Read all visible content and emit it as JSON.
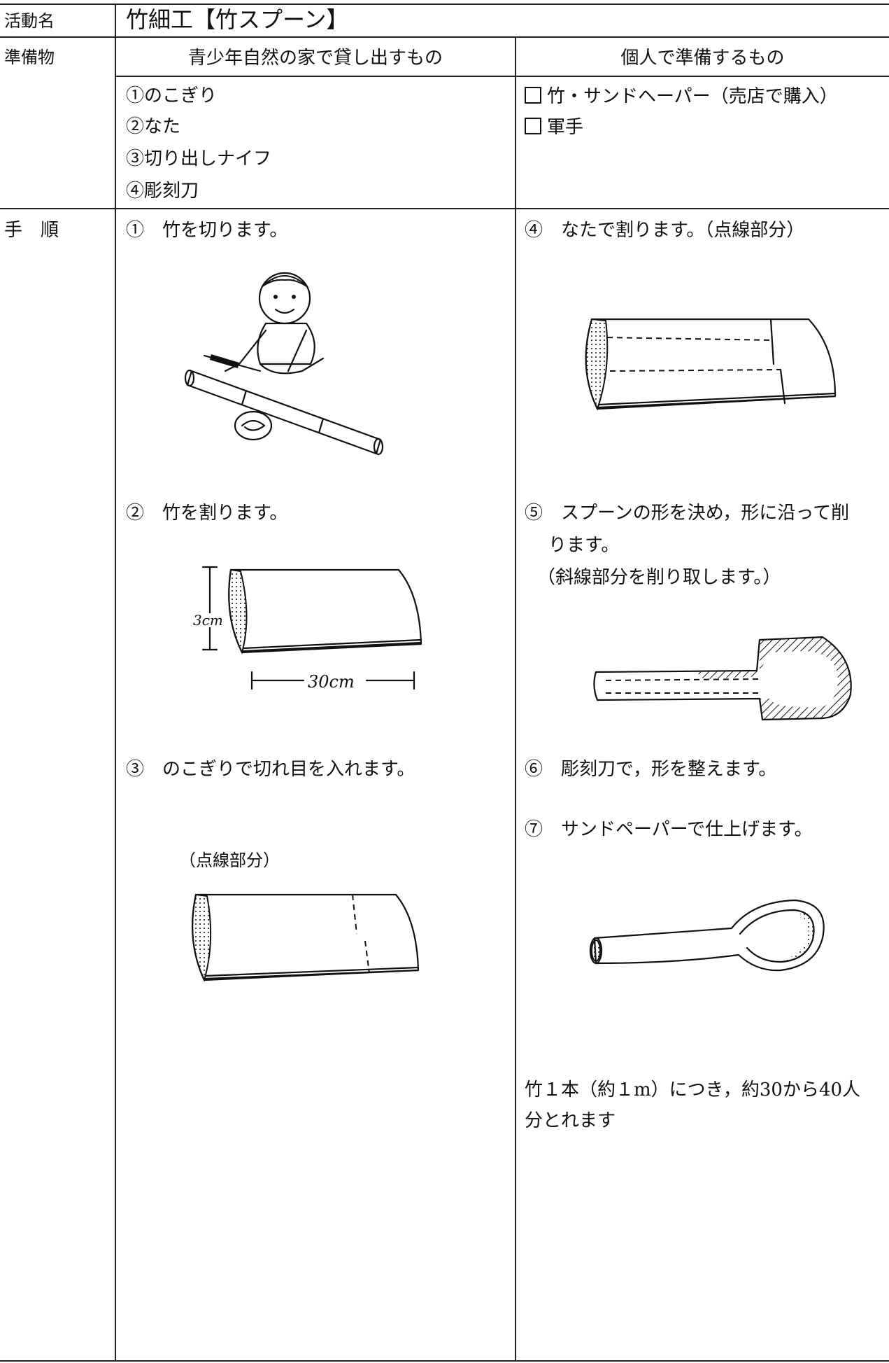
{
  "activity_label": "活動名",
  "activity_name": "竹細工【竹スプーン】",
  "prep_label": "準備物",
  "lend": {
    "header": "青少年自然の家で貸し出すもの",
    "items": [
      "①のこぎり",
      "②なた",
      "③切り出しナイフ",
      "④彫刻刀"
    ]
  },
  "personal": {
    "header": "個人で準備するもの",
    "items": [
      "竹・サンドヘーパー（売店で購入）",
      "軍手"
    ]
  },
  "steps_label": "手　順",
  "steps": {
    "s1": "①　竹を切ります。",
    "s2": "②　竹を割ります。",
    "s3": "③　のこぎりで切れ目を入れます。",
    "s3_note": "（点線部分）",
    "s4": "④　なたで割ります。（点線部分）",
    "s5_line1": "⑤　スプーンの形を決め，形に沿って削",
    "s5_line2": "ります。",
    "s5_note": "（斜線部分を削り取します。）",
    "s6": "⑥　彫刻刀で，形を整えます。",
    "s7": "⑦　サンドペーパーで仕上げます。"
  },
  "dims": {
    "height": "3cm",
    "length": "30cm"
  },
  "footnote_line1": "竹１本（約１m）につき，約30から40人",
  "footnote_line2": "分とれます",
  "icons": [
    "checkbox-icon"
  ]
}
